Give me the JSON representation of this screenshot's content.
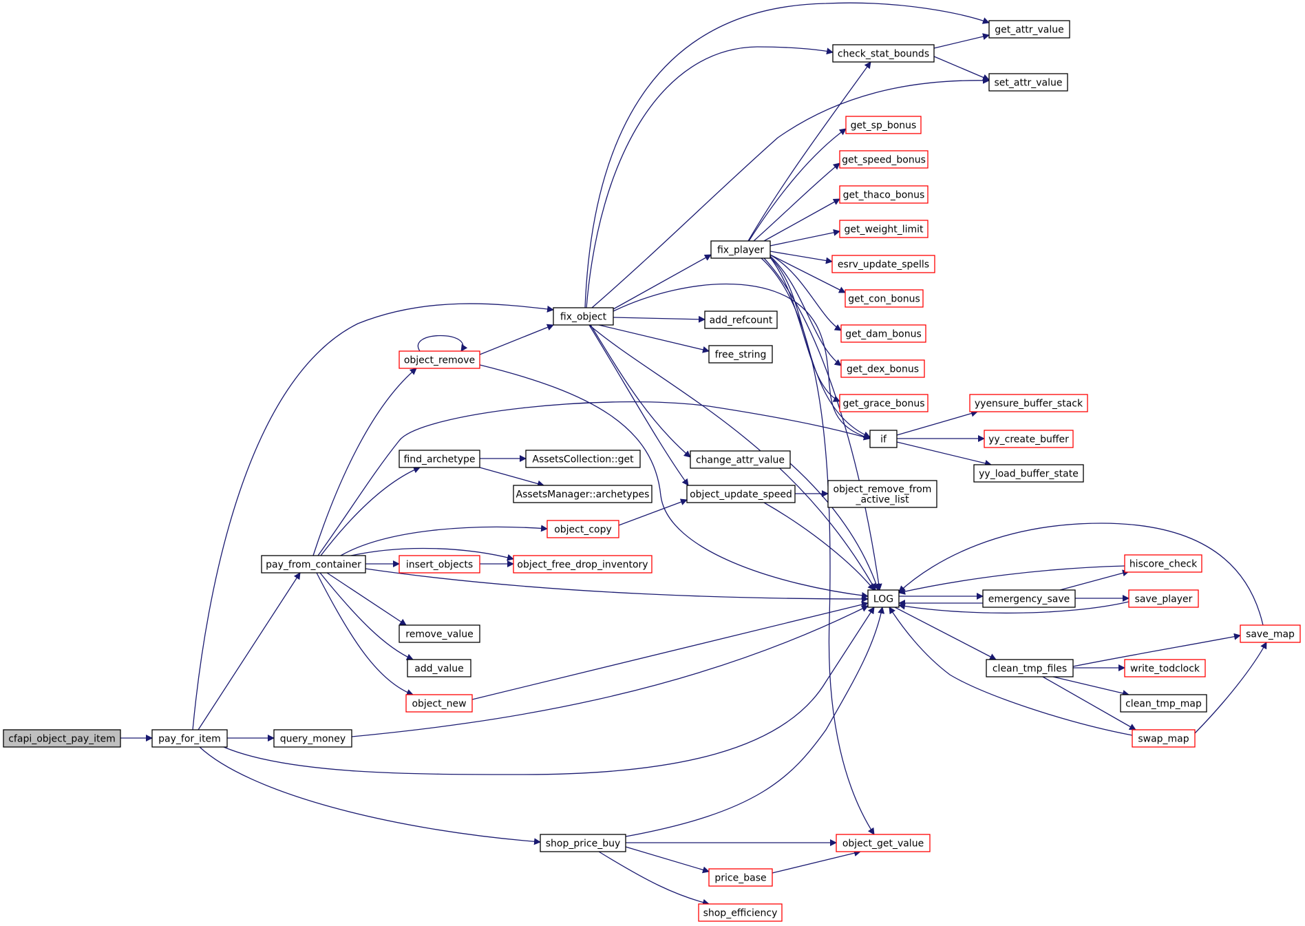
{
  "colors": {
    "edge": "#191970",
    "node_border_default": "#000000",
    "node_border_truncated": "#ff0000",
    "node_fill_default": "#ffffff",
    "node_fill_root": "#bfbfbf"
  },
  "nodes": [
    {
      "id": "cfapi_object_pay_item",
      "label": "cfapi_object_pay_item",
      "kind": "root"
    },
    {
      "id": "pay_for_item",
      "label": "pay_for_item",
      "kind": "normal"
    },
    {
      "id": "pay_from_container",
      "label": "pay_from_container",
      "kind": "normal"
    },
    {
      "id": "query_money",
      "label": "query_money",
      "kind": "normal"
    },
    {
      "id": "shop_price_buy",
      "label": "shop_price_buy",
      "kind": "normal"
    },
    {
      "id": "fix_object",
      "label": "fix_object",
      "kind": "normal"
    },
    {
      "id": "object_remove",
      "label": "object_remove",
      "kind": "truncated"
    },
    {
      "id": "find_archetype",
      "label": "find_archetype",
      "kind": "normal"
    },
    {
      "id": "object_copy",
      "label": "object_copy",
      "kind": "truncated"
    },
    {
      "id": "insert_objects",
      "label": "insert_objects",
      "kind": "truncated"
    },
    {
      "id": "object_free_drop_inventory",
      "label": "object_free_drop_inventory",
      "kind": "truncated"
    },
    {
      "id": "remove_value",
      "label": "remove_value",
      "kind": "normal"
    },
    {
      "id": "add_value",
      "label": "add_value",
      "kind": "normal"
    },
    {
      "id": "object_new",
      "label": "object_new",
      "kind": "truncated"
    },
    {
      "id": "assets_get",
      "label": "AssetsCollection::get",
      "kind": "normal"
    },
    {
      "id": "assets_archetypes",
      "label": "AssetsManager::archetypes",
      "kind": "normal"
    },
    {
      "id": "fix_player",
      "label": "fix_player",
      "kind": "normal"
    },
    {
      "id": "add_refcount",
      "label": "add_refcount",
      "kind": "normal"
    },
    {
      "id": "free_string",
      "label": "free_string",
      "kind": "normal"
    },
    {
      "id": "change_attr_value",
      "label": "change_attr_value",
      "kind": "normal"
    },
    {
      "id": "object_update_speed",
      "label": "object_update_speed",
      "kind": "normal"
    },
    {
      "id": "object_remove_from_active_list",
      "label": "object_remove_from\n_active_list",
      "kind": "normal"
    },
    {
      "id": "LOG",
      "label": "LOG",
      "kind": "normal"
    },
    {
      "id": "object_get_value",
      "label": "object_get_value",
      "kind": "truncated"
    },
    {
      "id": "price_base",
      "label": "price_base",
      "kind": "truncated"
    },
    {
      "id": "shop_efficiency",
      "label": "shop_efficiency",
      "kind": "truncated"
    },
    {
      "id": "check_stat_bounds",
      "label": "check_stat_bounds",
      "kind": "normal"
    },
    {
      "id": "get_attr_value",
      "label": "get_attr_value",
      "kind": "normal"
    },
    {
      "id": "set_attr_value",
      "label": "set_attr_value",
      "kind": "normal"
    },
    {
      "id": "get_sp_bonus",
      "label": "get_sp_bonus",
      "kind": "truncated"
    },
    {
      "id": "get_speed_bonus",
      "label": "get_speed_bonus",
      "kind": "truncated"
    },
    {
      "id": "get_thaco_bonus",
      "label": "get_thaco_bonus",
      "kind": "truncated"
    },
    {
      "id": "get_weight_limit",
      "label": "get_weight_limit",
      "kind": "truncated"
    },
    {
      "id": "esrv_update_spells",
      "label": "esrv_update_spells",
      "kind": "truncated"
    },
    {
      "id": "get_con_bonus",
      "label": "get_con_bonus",
      "kind": "truncated"
    },
    {
      "id": "get_dam_bonus",
      "label": "get_dam_bonus",
      "kind": "truncated"
    },
    {
      "id": "get_dex_bonus",
      "label": "get_dex_bonus",
      "kind": "truncated"
    },
    {
      "id": "get_grace_bonus",
      "label": "get_grace_bonus",
      "kind": "truncated"
    },
    {
      "id": "if",
      "label": "if",
      "kind": "normal"
    },
    {
      "id": "yyensure_buffer_stack",
      "label": "yyensure_buffer_stack",
      "kind": "truncated"
    },
    {
      "id": "yy_create_buffer",
      "label": "yy_create_buffer",
      "kind": "truncated"
    },
    {
      "id": "yy_load_buffer_state",
      "label": "yy_load_buffer_state",
      "kind": "normal"
    },
    {
      "id": "emergency_save",
      "label": "emergency_save",
      "kind": "normal"
    },
    {
      "id": "hiscore_check",
      "label": "hiscore_check",
      "kind": "truncated"
    },
    {
      "id": "save_player",
      "label": "save_player",
      "kind": "truncated"
    },
    {
      "id": "clean_tmp_files",
      "label": "clean_tmp_files",
      "kind": "normal"
    },
    {
      "id": "save_map",
      "label": "save_map",
      "kind": "truncated"
    },
    {
      "id": "write_todclock",
      "label": "write_todclock",
      "kind": "truncated"
    },
    {
      "id": "clean_tmp_map",
      "label": "clean_tmp_map",
      "kind": "normal"
    },
    {
      "id": "swap_map",
      "label": "swap_map",
      "kind": "truncated"
    }
  ],
  "edges": [
    {
      "from": "cfapi_object_pay_item",
      "to": "pay_for_item"
    },
    {
      "from": "pay_for_item",
      "to": "fix_object"
    },
    {
      "from": "pay_for_item",
      "to": "pay_from_container"
    },
    {
      "from": "pay_for_item",
      "to": "query_money"
    },
    {
      "from": "pay_for_item",
      "to": "LOG"
    },
    {
      "from": "pay_for_item",
      "to": "shop_price_buy"
    },
    {
      "from": "pay_from_container",
      "to": "object_remove"
    },
    {
      "from": "pay_from_container",
      "to": "if"
    },
    {
      "from": "pay_from_container",
      "to": "find_archetype"
    },
    {
      "from": "pay_from_container",
      "to": "object_copy"
    },
    {
      "from": "pay_from_container",
      "to": "object_free_drop_inventory"
    },
    {
      "from": "pay_from_container",
      "to": "insert_objects"
    },
    {
      "from": "pay_from_container",
      "to": "LOG"
    },
    {
      "from": "pay_from_container",
      "to": "remove_value"
    },
    {
      "from": "pay_from_container",
      "to": "add_value"
    },
    {
      "from": "pay_from_container",
      "to": "object_new"
    },
    {
      "from": "object_remove",
      "to": "object_remove"
    },
    {
      "from": "object_remove",
      "to": "fix_object"
    },
    {
      "from": "object_remove",
      "to": "LOG"
    },
    {
      "from": "find_archetype",
      "to": "assets_get"
    },
    {
      "from": "find_archetype",
      "to": "assets_archetypes"
    },
    {
      "from": "object_copy",
      "to": "object_update_speed"
    },
    {
      "from": "insert_objects",
      "to": "object_free_drop_inventory"
    },
    {
      "from": "object_new",
      "to": "LOG"
    },
    {
      "from": "query_money",
      "to": "LOG"
    },
    {
      "from": "shop_price_buy",
      "to": "LOG"
    },
    {
      "from": "shop_price_buy",
      "to": "object_get_value"
    },
    {
      "from": "shop_price_buy",
      "to": "price_base"
    },
    {
      "from": "shop_price_buy",
      "to": "shop_efficiency"
    },
    {
      "from": "price_base",
      "to": "object_get_value"
    },
    {
      "from": "fix_object",
      "to": "get_attr_value"
    },
    {
      "from": "fix_object",
      "to": "check_stat_bounds"
    },
    {
      "from": "fix_object",
      "to": "set_attr_value"
    },
    {
      "from": "fix_object",
      "to": "fix_player"
    },
    {
      "from": "fix_object",
      "to": "if"
    },
    {
      "from": "fix_object",
      "to": "add_refcount"
    },
    {
      "from": "fix_object",
      "to": "free_string"
    },
    {
      "from": "fix_object",
      "to": "change_attr_value"
    },
    {
      "from": "fix_object",
      "to": "object_update_speed"
    },
    {
      "from": "fix_object",
      "to": "LOG"
    },
    {
      "from": "check_stat_bounds",
      "to": "get_attr_value"
    },
    {
      "from": "check_stat_bounds",
      "to": "set_attr_value"
    },
    {
      "from": "fix_player",
      "to": "check_stat_bounds"
    },
    {
      "from": "fix_player",
      "to": "get_sp_bonus"
    },
    {
      "from": "fix_player",
      "to": "get_speed_bonus"
    },
    {
      "from": "fix_player",
      "to": "get_thaco_bonus"
    },
    {
      "from": "fix_player",
      "to": "get_weight_limit"
    },
    {
      "from": "fix_player",
      "to": "esrv_update_spells"
    },
    {
      "from": "fix_player",
      "to": "get_con_bonus"
    },
    {
      "from": "fix_player",
      "to": "get_dam_bonus"
    },
    {
      "from": "fix_player",
      "to": "get_dex_bonus"
    },
    {
      "from": "fix_player",
      "to": "get_grace_bonus"
    },
    {
      "from": "fix_player",
      "to": "if"
    },
    {
      "from": "fix_player",
      "to": "LOG"
    },
    {
      "from": "fix_player",
      "to": "object_get_value"
    },
    {
      "from": "change_attr_value",
      "to": "LOG"
    },
    {
      "from": "object_update_speed",
      "to": "object_remove_from_active_list"
    },
    {
      "from": "object_update_speed",
      "to": "LOG"
    },
    {
      "from": "if",
      "to": "yyensure_buffer_stack"
    },
    {
      "from": "if",
      "to": "yy_create_buffer"
    },
    {
      "from": "if",
      "to": "yy_load_buffer_state"
    },
    {
      "from": "LOG",
      "to": "emergency_save"
    },
    {
      "from": "LOG",
      "to": "clean_tmp_files"
    },
    {
      "from": "emergency_save",
      "to": "LOG"
    },
    {
      "from": "emergency_save",
      "to": "hiscore_check"
    },
    {
      "from": "emergency_save",
      "to": "save_player"
    },
    {
      "from": "hiscore_check",
      "to": "LOG"
    },
    {
      "from": "save_player",
      "to": "LOG"
    },
    {
      "from": "save_map",
      "to": "LOG"
    },
    {
      "from": "clean_tmp_files",
      "to": "save_map"
    },
    {
      "from": "clean_tmp_files",
      "to": "write_todclock"
    },
    {
      "from": "clean_tmp_files",
      "to": "clean_tmp_map"
    },
    {
      "from": "clean_tmp_files",
      "to": "swap_map"
    },
    {
      "from": "swap_map",
      "to": "LOG"
    },
    {
      "from": "swap_map",
      "to": "save_map"
    }
  ]
}
